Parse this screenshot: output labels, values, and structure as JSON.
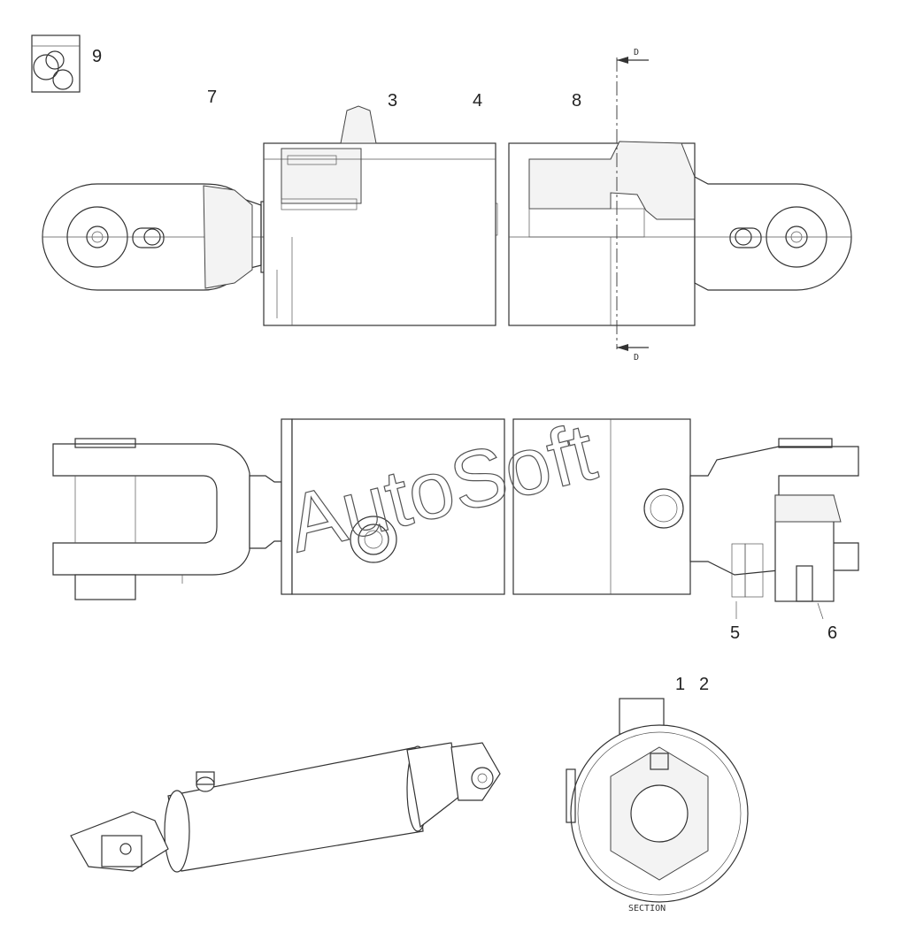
{
  "callouts": {
    "c1": "1",
    "c2": "2",
    "c3": "3",
    "c4": "4",
    "c5": "5",
    "c6": "6",
    "c7": "7",
    "c8": "8",
    "c9": "9"
  },
  "section_marker": {
    "top": "D",
    "bottom": "D"
  },
  "section_caption": "SECTION",
  "watermark": "AutoSoft"
}
